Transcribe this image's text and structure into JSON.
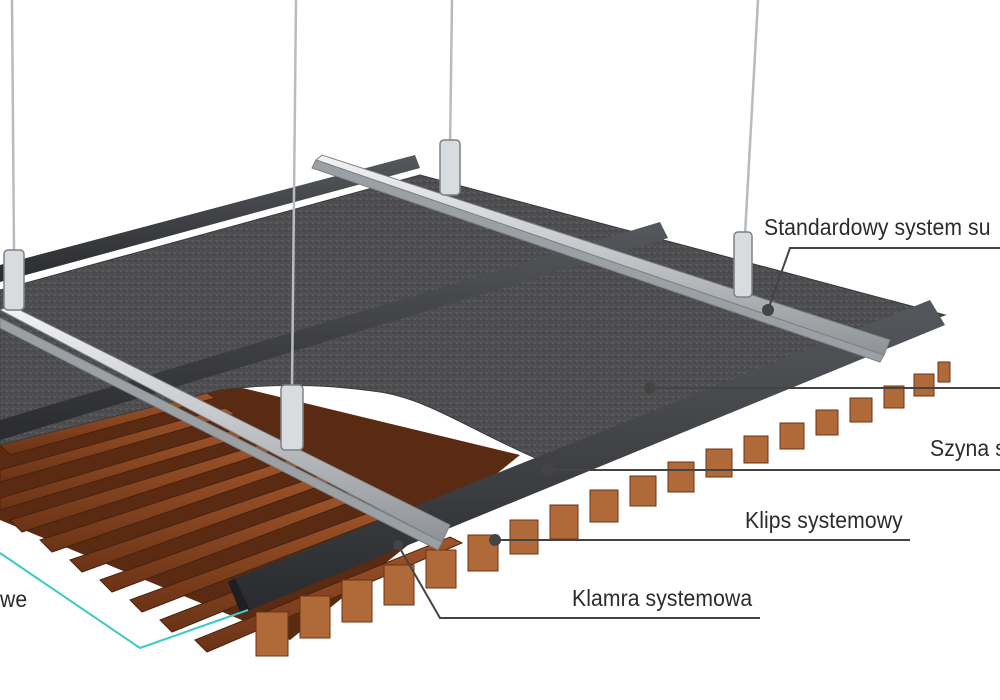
{
  "labels": {
    "standard_suspension": "Standardowy system su",
    "rail": "Szyna s",
    "clip": "Klips systemowy",
    "clamp": "Klamra systemowa",
    "partial_left": "we"
  },
  "colors": {
    "wood": "#7a3c1c",
    "felt": "#4a4a4c",
    "steel_rail": "#3b3d40",
    "galvanized": "#c6c9cc",
    "leader_line": "#444444",
    "accent_line": "#3ec9c4"
  }
}
